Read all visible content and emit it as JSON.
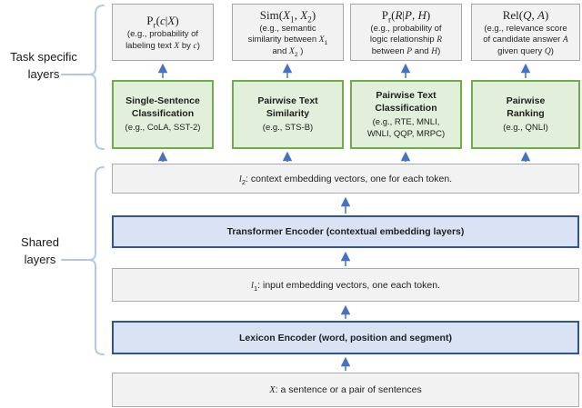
{
  "figure": {
    "description": "MT-DNN style multi-task model architecture diagram",
    "side_labels": {
      "task_specific": {
        "line1": "Task specific",
        "line2": "layers"
      },
      "shared": {
        "line1": "Shared",
        "line2": "layers"
      }
    },
    "columns": [
      {
        "output": {
          "title_html": "P<sub>r</sub>(<i>c</i>|<i>X</i>)",
          "desc_html": "(e.g., probability of<br>labeling text <i>X</i> by <i>c</i>)"
        },
        "task": {
          "title_html": "Single-Sentence<br>Classification",
          "subtitle_html": "(e.g., CoLA, SST-2)"
        }
      },
      {
        "output": {
          "title_html": "Sim(<i>X</i><sub>1</sub>, <i>X</i><sub>2</sub>)",
          "desc_html": "(e.g., semantic<br>similarity between <i>X</i><sub>1</sub><br>and <i>X</i><sub>2</sub> )"
        },
        "task": {
          "title_html": "Pairwise Text<br>Similarity",
          "subtitle_html": "(e.g., STS-B)"
        }
      },
      {
        "output": {
          "title_html": "P<sub>r</sub>(<i>R</i>|<i>P</i>, <i>H</i>)",
          "desc_html": "(e.g., probability of<br>logic relationship <i>R</i><br>between <i>P</i> and <i>H</i>)"
        },
        "task": {
          "title_html": "Pairwise Text<br>Classification",
          "subtitle_html": "(e.g., RTE, MNLI,<br>WNLI, QQP, MRPC)"
        }
      },
      {
        "output": {
          "title_html": "Rel(<i>Q</i>, <i>A</i>)",
          "desc_html": "(e.g., relevance score<br>of candidate answer <i>A</i><br>given query <i>Q</i>)"
        },
        "task": {
          "title_html": "Pairwise<br>Ranking",
          "subtitle_html": "(e.g., QNLI)"
        }
      }
    ],
    "shared_layers": {
      "l2_html": "<i>l</i><sub>2</sub>: context embedding vectors, one for each token.",
      "transformer_label": "Transformer Encoder (contextual embedding layers)",
      "l1_html": "<i>l</i><sub>1</sub>: input embedding vectors, one each token.",
      "lexicon_label": "Lexicon Encoder (word, position and segment)",
      "input_html": "<i>X</i>: a sentence or a pair of sentences"
    },
    "colors": {
      "arrow": "#4472C4",
      "brace": "#B4C7E7",
      "task_box_fill": "#E2EFDA",
      "task_box_border": "#70AD47",
      "encoder_bar_fill": "#DAE3F3",
      "encoder_bar_border": "#2F5597",
      "io_box_fill": "#F2F2F2",
      "io_box_border": "#A6A6A6"
    }
  }
}
